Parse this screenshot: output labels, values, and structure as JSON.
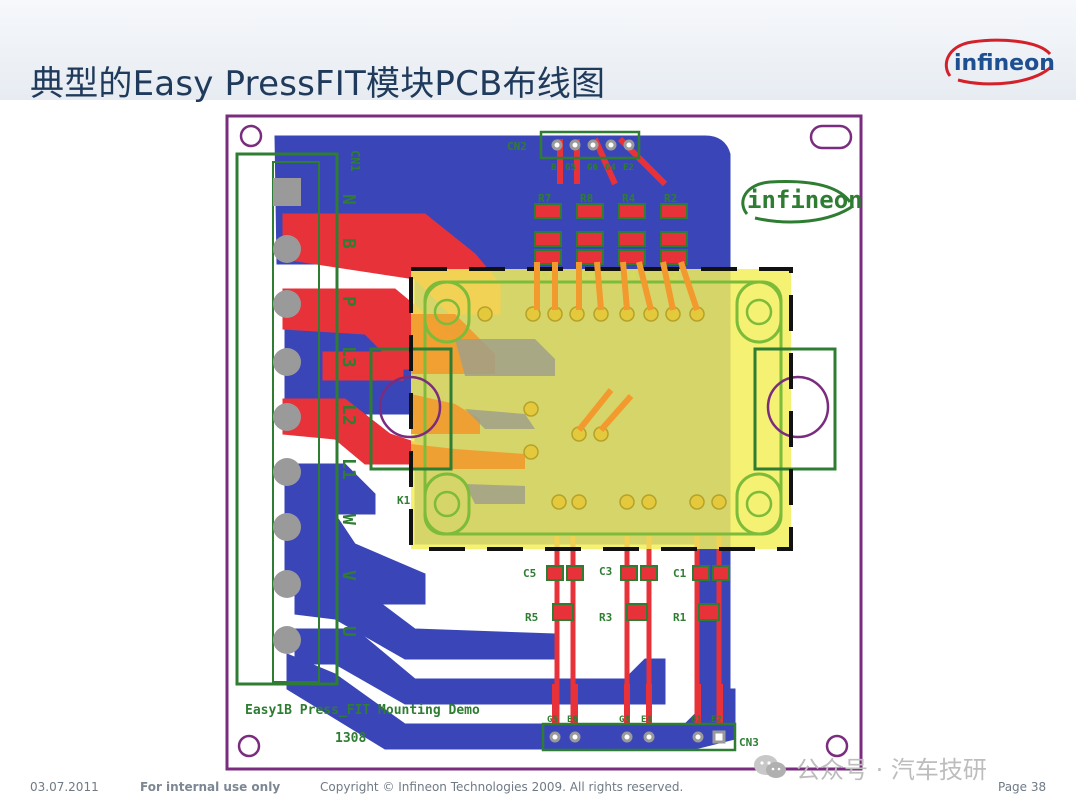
{
  "slide": {
    "title": "典型的Easy PressFIT模块PCB布线图",
    "logo_text": "infineon"
  },
  "pcb": {
    "logo_text": "infineon",
    "board_label": "Easy1B Press_FIT Mounting Demo",
    "board_code": "1308",
    "connectors": {
      "cn1": "CN1",
      "cn2": "CN2",
      "cn3": "CN3",
      "cn2_pins": [
        "B",
        "G5",
        "G6",
        "G4",
        "E2"
      ],
      "cn3_pins": [
        "G5",
        "E6",
        "G3",
        "E4",
        "G1",
        "E2"
      ]
    },
    "pin_labels": [
      "N",
      "B",
      "P",
      "L3",
      "L2",
      "L1",
      "W",
      "V",
      "U"
    ],
    "top_resistors": [
      "R7",
      "R8",
      "R4",
      "R2"
    ],
    "top_caps": [
      "C7",
      "C8",
      "C4",
      "C2"
    ],
    "bottom_caps": [
      "C5",
      "C3",
      "C1"
    ],
    "bottom_resistors": [
      "R5",
      "R3",
      "R1"
    ],
    "module_label": "K1"
  },
  "footer": {
    "date": "03.07.2011",
    "internal": "For internal use only",
    "copyright": "Copyright © Infineon Technologies 2009. All rights reserved.",
    "page": "Page 38"
  },
  "watermark": {
    "text": "公众号 · 汽车技研"
  },
  "colors": {
    "title": "#1f3a5b",
    "blue_copper": "#3a46b8",
    "red_copper": "#e8323a",
    "silkscreen": "#2e7d32",
    "module_body": "#f2ef5a",
    "board_outline": "#7a2c7e",
    "pad_gray": "#9a9a9a"
  }
}
